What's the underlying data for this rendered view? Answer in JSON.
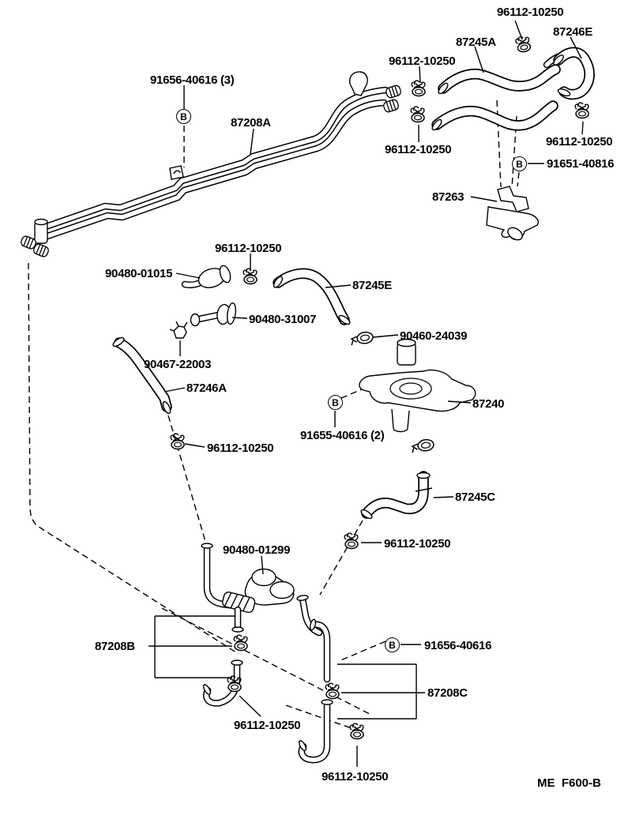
{
  "figure": {
    "type": "parts-diagram",
    "callout_letter": "B",
    "footer_code": "ME  F600-B",
    "labels": [
      {
        "text": "96112-10250"
      },
      {
        "text": "87245A"
      },
      {
        "text": "87246E"
      },
      {
        "text": "96112-10250"
      },
      {
        "text": "96112-10250"
      },
      {
        "text": "91656-40616 (3)"
      },
      {
        "text": "87208A"
      },
      {
        "text": "96112-10250"
      },
      {
        "text": "91651-40816"
      },
      {
        "text": "87263"
      },
      {
        "text": "96112-10250"
      },
      {
        "text": "90480-01015"
      },
      {
        "text": "87245E"
      },
      {
        "text": "90480-31007"
      },
      {
        "text": "90467-22003"
      },
      {
        "text": "90460-24039"
      },
      {
        "text": "87246A"
      },
      {
        "text": "87240"
      },
      {
        "text": "91655-40616 (2)"
      },
      {
        "text": "96112-10250"
      },
      {
        "text": "87245C"
      },
      {
        "text": "96112-10250"
      },
      {
        "text": "90480-01299"
      },
      {
        "text": "87208B"
      },
      {
        "text": "91656-40616"
      },
      {
        "text": "87208C"
      },
      {
        "text": "96112-10250"
      },
      {
        "text": "96112-10250"
      }
    ]
  }
}
